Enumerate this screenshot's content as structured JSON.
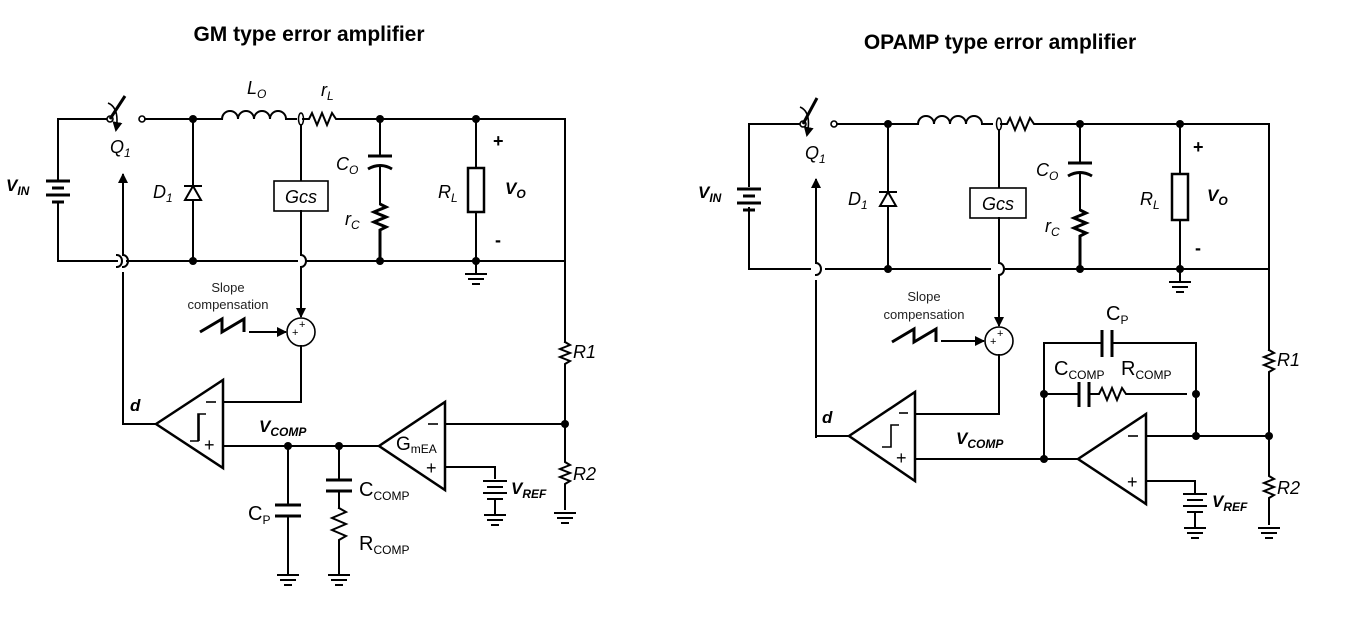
{
  "diagrams": [
    {
      "title": "GM type error amplifier",
      "labels": {
        "vin": "V",
        "vin_sub": "IN",
        "q1": "Q",
        "q1_sub": "1",
        "d1": "D",
        "d1_sub": "1",
        "lo": "L",
        "lo_sub": "O",
        "rl": "r",
        "rl_sub": "L",
        "co": "C",
        "co_sub": "O",
        "rc": "r",
        "rc_sub": "C",
        "gcs": "Gcs",
        "rload": "R",
        "rload_sub": "L",
        "vo": "V",
        "vo_sub": "O",
        "plus": "+",
        "minus": "-",
        "slope1": "Slope",
        "slope2": "compensation",
        "d": "d",
        "vcomp": "V",
        "vcomp_sub": "COMP",
        "gmea": "G",
        "gmea_sub": "mEA",
        "cp": "C",
        "cp_sub": "P",
        "ccomp": "C",
        "ccomp_sub": "COMP",
        "rcomp": "R",
        "rcomp_sub": "COMP",
        "vref": "V",
        "vref_sub": "REF",
        "r1": "R1",
        "r2": "R2"
      }
    },
    {
      "title": "OPAMP type error amplifier",
      "labels": {
        "vin": "V",
        "vin_sub": "IN",
        "q1": "Q",
        "q1_sub": "1",
        "d1": "D",
        "d1_sub": "1",
        "co": "C",
        "co_sub": "O",
        "rc": "r",
        "rc_sub": "C",
        "gcs": "Gcs",
        "rload": "R",
        "rload_sub": "L",
        "vo": "V",
        "vo_sub": "O",
        "plus": "+",
        "minus": "-",
        "slope1": "Slope",
        "slope2": "compensation",
        "d": "d",
        "vcomp": "V",
        "vcomp_sub": "COMP",
        "cp": "C",
        "cp_sub": "P",
        "ccomp": "C",
        "ccomp_sub": "COMP",
        "rcomp": "R",
        "rcomp_sub": "COMP",
        "vref": "V",
        "vref_sub": "REF",
        "r1": "R1",
        "r2": "R2"
      }
    }
  ]
}
